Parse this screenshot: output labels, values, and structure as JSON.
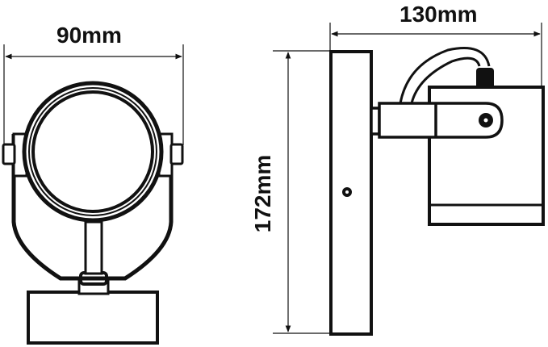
{
  "diagram": {
    "type": "dimension-drawing",
    "subject": "wall spotlight fixture",
    "views": [
      {
        "name": "front-view",
        "dimension_label": "90mm",
        "dimension_axis": "horizontal"
      },
      {
        "name": "side-view",
        "dimension_labels": [
          "130mm",
          "172mm"
        ]
      }
    ],
    "dimensions": {
      "front_width": "90mm",
      "side_depth": "130mm",
      "side_height": "172mm"
    },
    "colors": {
      "line": "#111111",
      "background": "#ffffff"
    }
  }
}
